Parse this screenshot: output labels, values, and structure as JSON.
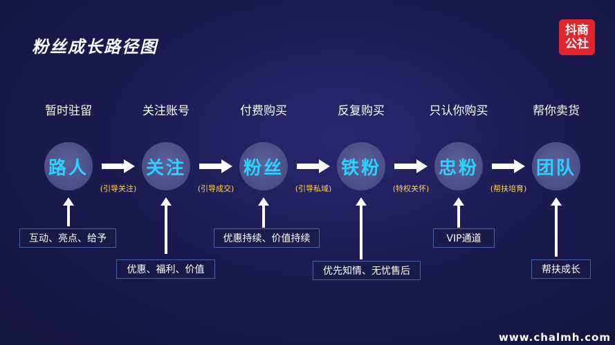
{
  "title": "粉丝成长路径图",
  "logo": {
    "line1": "抖商",
    "line2": "公社"
  },
  "stages": [
    {
      "label": "暂时驻留",
      "node": "路人"
    },
    {
      "label": "关注账号",
      "node": "关注"
    },
    {
      "label": "付费购买",
      "node": "粉丝"
    },
    {
      "label": "反复购买",
      "node": "铁粉"
    },
    {
      "label": "只认你购买",
      "node": "忠粉"
    },
    {
      "label": "帮你卖货",
      "node": "团队"
    }
  ],
  "transitions": [
    "(引导关注)",
    "(引导成交)",
    "(引导私域)",
    "(特权关怀)",
    "(帮扶培育)"
  ],
  "drivers": [
    "互动、亮点、给予",
    "优惠、福利、价值",
    "优惠持续、价值持续",
    "优先知情、无忧售后",
    "VIP通道",
    "帮扶成长"
  ],
  "footer": "www.chalmh.com",
  "colors": {
    "node_text": "#2ad3ff",
    "transition_text": "#ffd54a",
    "logo_bg": "#e0262c"
  }
}
